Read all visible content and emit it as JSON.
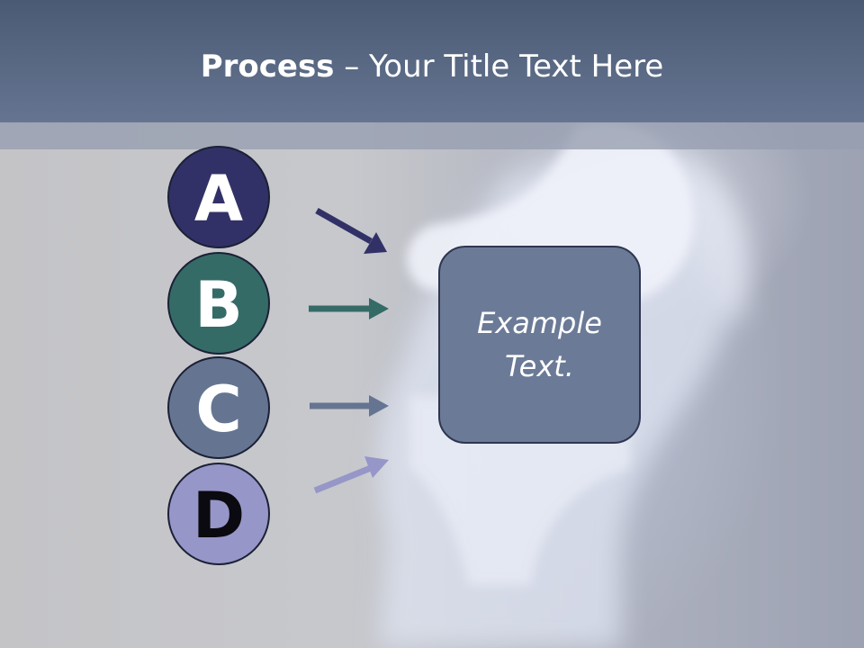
{
  "slide": {
    "title_bold": "Process",
    "title_rest": " – Your Title Text Here"
  },
  "steps": [
    {
      "letter": "A",
      "color": "#323167"
    },
    {
      "letter": "B",
      "color": "#356b67"
    },
    {
      "letter": "C",
      "color": "#657591"
    },
    {
      "letter": "D",
      "color": "#9696c8"
    }
  ],
  "result_box": {
    "text": "Example Text.",
    "color": "#6b7a96"
  }
}
